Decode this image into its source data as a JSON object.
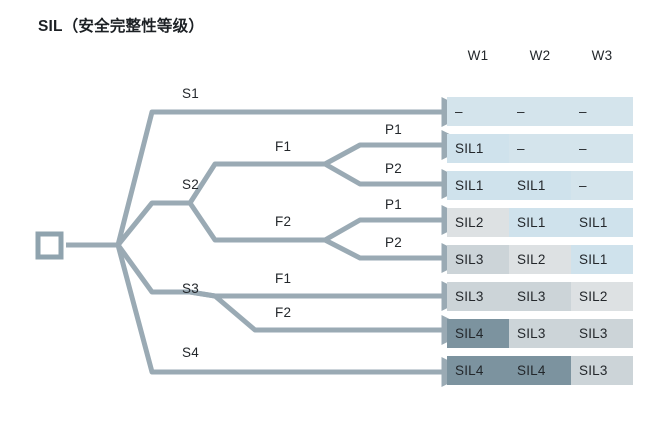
{
  "title": "SIL（安全完整性等级）",
  "colors": {
    "line": "#9aaab4",
    "root_node_stroke": "#8fa3ae",
    "arrow": "#9aaab4",
    "text": "#23272b",
    "level_blank": "#d4e4ec",
    "level_sil1": "#cfe2ec",
    "level_sil2": "#dde1e3",
    "level_sil3": "#ccd4d8",
    "level_sil4": "#7c939f"
  },
  "table": {
    "headers": [
      "W1",
      "W2",
      "W3"
    ],
    "rows": [
      {
        "path": "S1",
        "values": [
          "–",
          "–",
          "–"
        ],
        "levels": [
          "blank",
          "blank",
          "blank"
        ]
      },
      {
        "path": "S2-F1-P1",
        "values": [
          "SIL1",
          "–",
          "–"
        ],
        "levels": [
          "sil1",
          "blank",
          "blank"
        ]
      },
      {
        "path": "S2-F1-P2",
        "values": [
          "SIL1",
          "SIL1",
          "–"
        ],
        "levels": [
          "sil1",
          "sil1",
          "blank"
        ]
      },
      {
        "path": "S2-F2-P1",
        "values": [
          "SIL2",
          "SIL1",
          "SIL1"
        ],
        "levels": [
          "sil2",
          "sil1",
          "sil1"
        ]
      },
      {
        "path": "S2-F2-P2",
        "values": [
          "SIL3",
          "SIL2",
          "SIL1"
        ],
        "levels": [
          "sil3",
          "sil2",
          "sil1"
        ]
      },
      {
        "path": "S3-F1",
        "values": [
          "SIL3",
          "SIL3",
          "SIL2"
        ],
        "levels": [
          "sil3",
          "sil3",
          "sil2"
        ]
      },
      {
        "path": "S3-F2",
        "values": [
          "SIL4",
          "SIL3",
          "SIL3"
        ],
        "levels": [
          "sil4",
          "sil3",
          "sil3"
        ]
      },
      {
        "path": "S4",
        "values": [
          "SIL4",
          "SIL4",
          "SIL3"
        ],
        "levels": [
          "sil4",
          "sil4",
          "sil3"
        ]
      }
    ]
  },
  "tree": {
    "root_icon": "square-node-icon",
    "branches": [
      {
        "id": "s1",
        "label": "S1"
      },
      {
        "id": "s2",
        "label": "S2"
      },
      {
        "id": "s3",
        "label": "S3"
      },
      {
        "id": "s4",
        "label": "S4"
      }
    ],
    "s2_children": [
      {
        "id": "s2-f1",
        "label": "F1"
      },
      {
        "id": "s2-f2",
        "label": "F2"
      }
    ],
    "s3_children": [
      {
        "id": "s3-f1",
        "label": "F1"
      },
      {
        "id": "s3-f2",
        "label": "F2"
      }
    ],
    "p_labels": [
      {
        "id": "s2-f1-p1",
        "label": "P1"
      },
      {
        "id": "s2-f1-p2",
        "label": "P2"
      },
      {
        "id": "s2-f2-p1",
        "label": "P1"
      },
      {
        "id": "s2-f2-p2",
        "label": "P2"
      }
    ]
  }
}
